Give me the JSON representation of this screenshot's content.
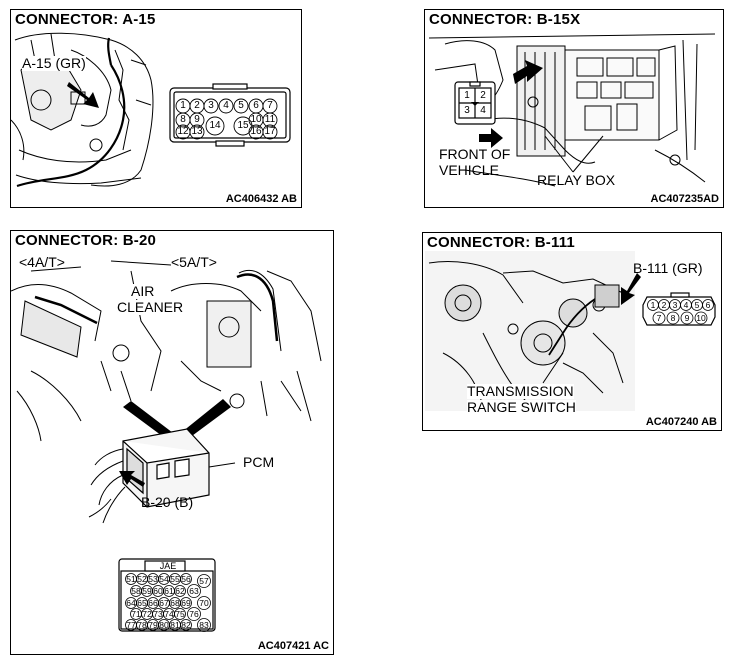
{
  "panels": {
    "a15": {
      "title": "CONNECTOR: A-15",
      "callout": "A-15 (GR)",
      "code": "AC406432 AB",
      "pins": [
        "1",
        "2",
        "3",
        "4",
        "5",
        "6",
        "7",
        "8",
        "9",
        "10",
        "11",
        "12",
        "13",
        "14",
        "15",
        "16",
        "17"
      ]
    },
    "b15x": {
      "title": "CONNECTOR: B-15X",
      "front": "FRONT OF",
      "vehicle": "VEHICLE",
      "relay": "RELAY BOX",
      "code": "AC407235AD",
      "pins": [
        "1",
        "2",
        "3",
        "4"
      ]
    },
    "b20": {
      "title": "CONNECTOR: B-20",
      "at4": "<4A/T>",
      "at5": "<5A/T>",
      "air": "AIR",
      "cleaner": "CLEANER",
      "pcm": "PCM",
      "callout": "B-20 (B)",
      "jae": "JAE",
      "code": "AC407421 AC",
      "pins": [
        "51",
        "52",
        "53",
        "54",
        "55",
        "56",
        "57",
        "58",
        "59",
        "60",
        "61",
        "62",
        "63",
        "64",
        "65",
        "66",
        "67",
        "68",
        "69",
        "70",
        "71",
        "72",
        "73",
        "74",
        "75",
        "76",
        "77",
        "78",
        "79",
        "80",
        "81",
        "82",
        "83"
      ]
    },
    "b111": {
      "title": "CONNECTOR: B-111",
      "callout": "B-111 (GR)",
      "trans": "TRANSMISSION",
      "range": "RANGE SWITCH",
      "code": "AC407240 AB",
      "pins": [
        "1",
        "2",
        "3",
        "4",
        "5",
        "6",
        "7",
        "8",
        "9",
        "10"
      ]
    }
  }
}
